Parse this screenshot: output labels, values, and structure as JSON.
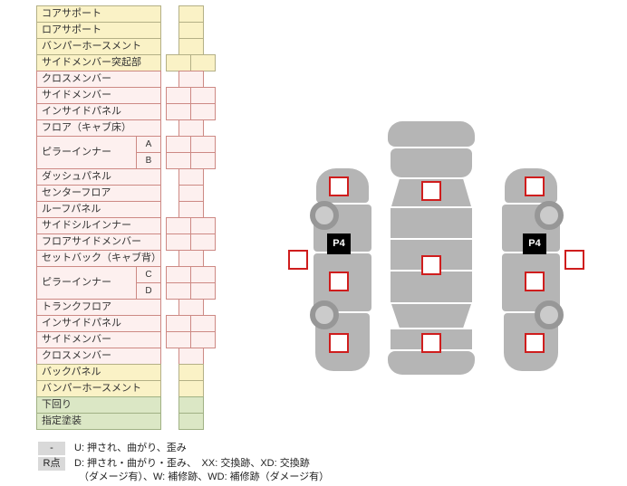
{
  "colors": {
    "yellow_bg": "#faf2c6",
    "yellow_border": "#b4b086",
    "pink_bg": "#fdf0ef",
    "pink_border": "#cd8984",
    "green_bg": "#dbe7c5",
    "green_border": "#a0b184",
    "marker_border": "#cf1d1d",
    "car_gray": "#b5b5b5",
    "badge_bg": "#000000"
  },
  "table": {
    "rows": [
      {
        "label": "コアサポート",
        "theme": "yellow",
        "cells": "single"
      },
      {
        "label": "ロアサポート",
        "theme": "yellow",
        "cells": "single"
      },
      {
        "label": "バンパーホースメント",
        "theme": "yellow",
        "cells": "single"
      },
      {
        "label": "サイドメンバー突起部",
        "theme": "yellow",
        "cells": "pair"
      },
      {
        "label": "クロスメンバー",
        "theme": "pink",
        "cells": "single"
      },
      {
        "label": "サイドメンバー",
        "theme": "pink",
        "cells": "pair"
      },
      {
        "label": "インサイドパネル",
        "theme": "pink",
        "cells": "pair"
      },
      {
        "label": "フロア（キャブ床）",
        "theme": "pink",
        "cells": "single"
      },
      {
        "label": "ピラーインナー",
        "theme": "pink",
        "subs": [
          {
            "label": "A",
            "cells": "pair"
          },
          {
            "label": "B",
            "cells": "pair"
          }
        ]
      },
      {
        "label": "ダッシュパネル",
        "theme": "pink",
        "cells": "single"
      },
      {
        "label": "センターフロア",
        "theme": "pink",
        "cells": "single"
      },
      {
        "label": "ルーフパネル",
        "theme": "pink",
        "cells": "single"
      },
      {
        "label": "サイドシルインナー",
        "theme": "pink",
        "cells": "pair"
      },
      {
        "label": "フロアサイドメンバー",
        "theme": "pink",
        "cells": "pair"
      },
      {
        "label": "セットバック（キャブ背）",
        "theme": "pink",
        "cells": "single"
      },
      {
        "label": "ピラーインナー",
        "theme": "pink",
        "subs": [
          {
            "label": "C",
            "cells": "pair"
          },
          {
            "label": "D",
            "cells": "pair"
          }
        ]
      },
      {
        "label": "トランクフロア",
        "theme": "pink",
        "cells": "single"
      },
      {
        "label": "インサイドパネル",
        "theme": "pink",
        "cells": "pair"
      },
      {
        "label": "サイドメンバー",
        "theme": "pink",
        "cells": "pair"
      },
      {
        "label": "クロスメンバー",
        "theme": "pink",
        "cells": "single"
      },
      {
        "label": "バックパネル",
        "theme": "yellow",
        "cells": "single"
      },
      {
        "label": "バンパーホースメント",
        "theme": "yellow",
        "cells": "single"
      },
      {
        "label": "下回り",
        "theme": "green",
        "cells": "single"
      },
      {
        "label": "指定塗装",
        "theme": "green",
        "cells": "single"
      }
    ]
  },
  "diagram": {
    "p4_left": "P4",
    "p4_right": "P4"
  },
  "legend": {
    "rows": [
      {
        "key": "-",
        "text": "U: 押され、曲がり、歪み"
      },
      {
        "key": "R点",
        "text": "D: 押され・曲がり・歪み、　XX: 交換跡、XD: 交換跡",
        "text2": "（ダメージ有）、W: 補修跡、WD: 補修跡（ダメージ有）"
      }
    ]
  }
}
